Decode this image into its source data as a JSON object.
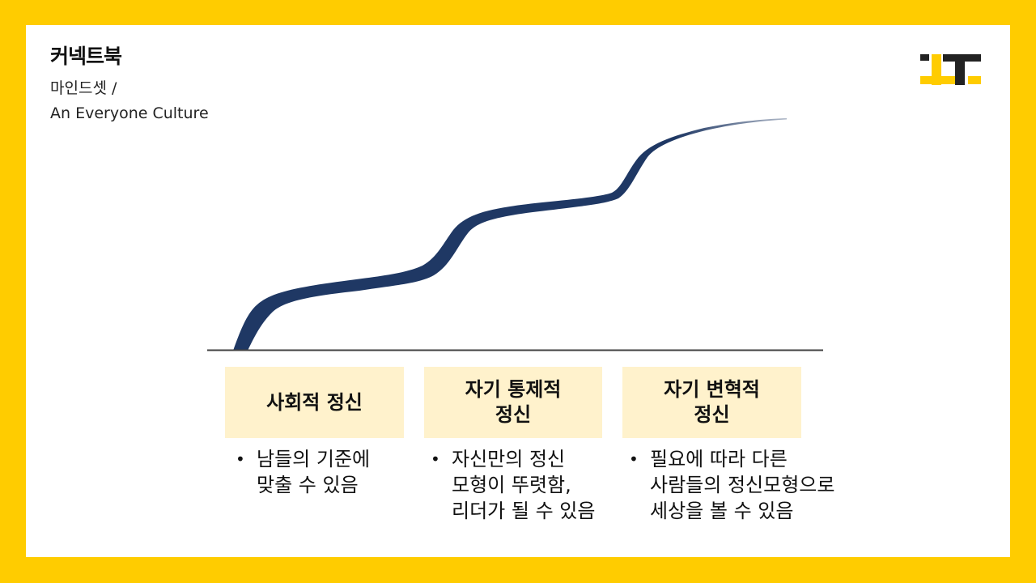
{
  "header": {
    "brand": "커넥트북",
    "subtitle_lines": [
      "마인드셋 /",
      "An Everyone Culture"
    ]
  },
  "logo": {
    "name": "brand-logo",
    "colors": {
      "dark": "#222222",
      "accent": "#ffcc00"
    }
  },
  "colors": {
    "frame": "#ffcc00",
    "panel": "#ffffff",
    "curve": "#1f3864",
    "baseline": "#404040",
    "stage_box": "#fff2cc",
    "text": "#111111"
  },
  "chart_data": {
    "type": "line",
    "title": "",
    "description": "Stepped S-curve of mental development stages rising from left to right, stroke tapering from thick to thin",
    "xlabel": "",
    "ylabel": "",
    "grid": false,
    "categories": [
      "사회적 정신",
      "자기 통제적 정신",
      "자기 변혁적 정신"
    ],
    "curve_points": [
      [
        0,
        0
      ],
      [
        0.05,
        0.18
      ],
      [
        0.3,
        0.27
      ],
      [
        0.4,
        0.43
      ],
      [
        0.6,
        0.65
      ],
      [
        0.72,
        0.85
      ],
      [
        1.0,
        1.0
      ]
    ]
  },
  "stages": [
    {
      "title_lines": [
        "사회적 정신"
      ],
      "bullet": "•",
      "desc_lines": [
        "남들의 기준에",
        "맞출 수 있음"
      ]
    },
    {
      "title_lines": [
        "자기 통제적",
        "정신"
      ],
      "bullet": "•",
      "desc_lines": [
        "자신만의 정신",
        "모형이 뚜렷함,",
        "리더가 될 수 있음"
      ]
    },
    {
      "title_lines": [
        "자기 변혁적",
        "정신"
      ],
      "bullet": "•",
      "desc_lines": [
        "필요에 따라 다른",
        "사람들의 정신모형으로",
        "세상을 볼 수 있음"
      ]
    }
  ]
}
